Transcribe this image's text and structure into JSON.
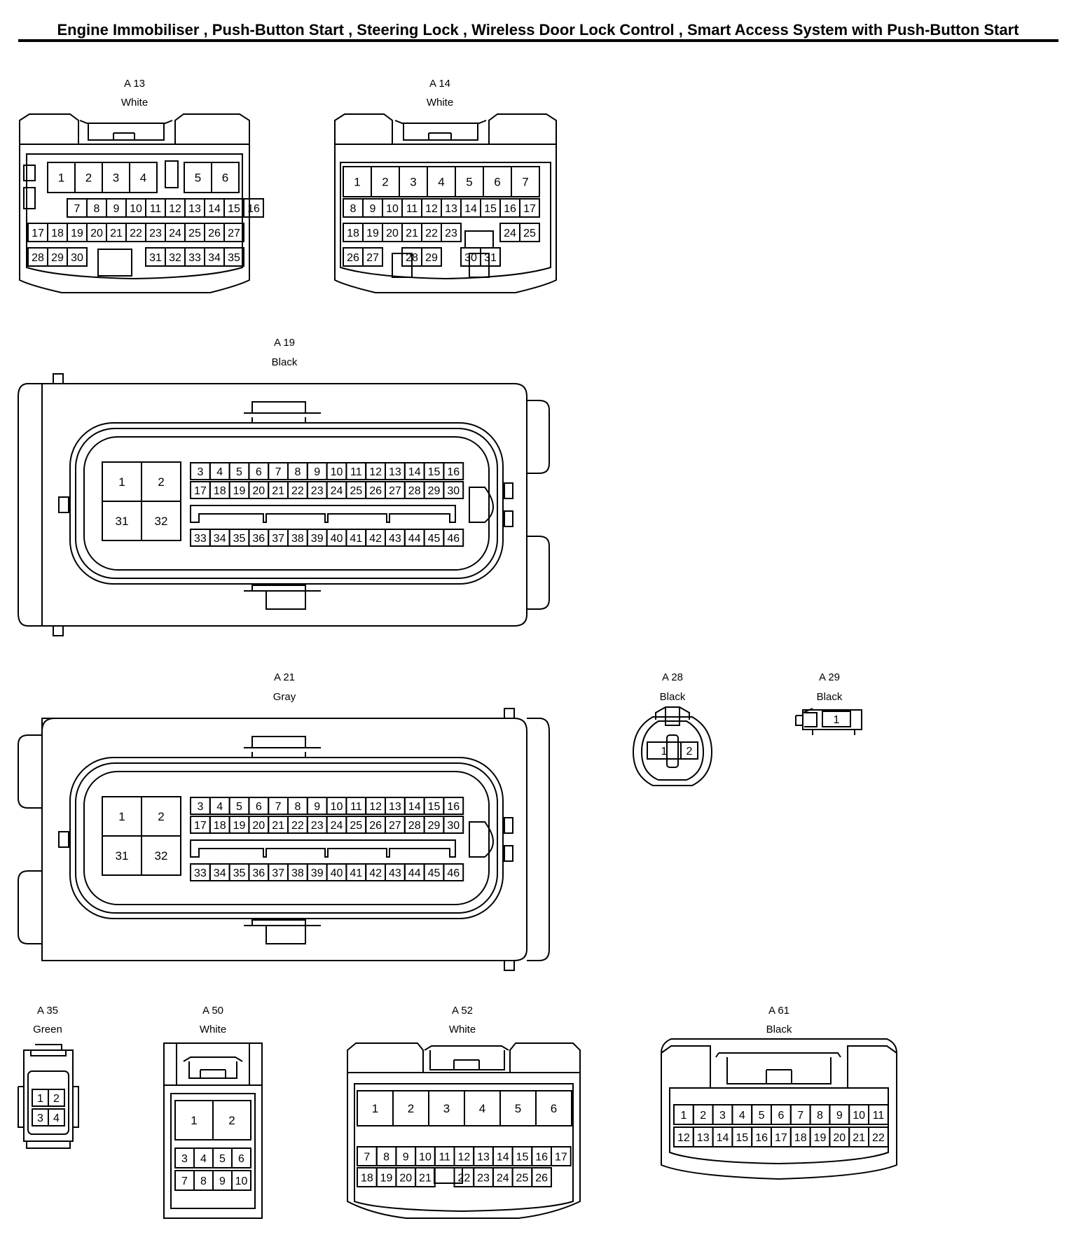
{
  "title": "Engine Immobiliser , Push-Button Start , Steering Lock , Wireless Door Lock Control , Smart Access System with Push-Button Start",
  "connectors": [
    {
      "id": "A 13",
      "color": "White",
      "rows": [
        [
          "1",
          "2",
          "3",
          "4",
          "5",
          "6"
        ],
        [
          "7",
          "8",
          "9",
          "10",
          "11",
          "12",
          "13",
          "14",
          "15",
          "16"
        ],
        [
          "17",
          "18",
          "19",
          "20",
          "21",
          "22",
          "23",
          "24",
          "25",
          "26",
          "27"
        ],
        [
          "28",
          "29",
          "30",
          "31",
          "32",
          "33",
          "34",
          "35"
        ]
      ]
    },
    {
      "id": "A 14",
      "color": "White",
      "rows": [
        [
          "1",
          "2",
          "3",
          "4",
          "5",
          "6",
          "7"
        ],
        [
          "8",
          "9",
          "10",
          "11",
          "12",
          "13",
          "14",
          "15",
          "16",
          "17"
        ],
        [
          "18",
          "19",
          "20",
          "21",
          "22",
          "23",
          "24",
          "25"
        ],
        [
          "26",
          "27",
          "28",
          "29",
          "30",
          "31"
        ]
      ]
    },
    {
      "id": "A 19",
      "color": "Black",
      "block": [
        "1",
        "2",
        "31",
        "32"
      ],
      "rows": [
        [
          "3",
          "4",
          "5",
          "6",
          "7",
          "8",
          "9",
          "10",
          "11",
          "12",
          "13",
          "14",
          "15",
          "16"
        ],
        [
          "17",
          "18",
          "19",
          "20",
          "21",
          "22",
          "23",
          "24",
          "25",
          "26",
          "27",
          "28",
          "29",
          "30"
        ],
        [
          "33",
          "34",
          "35",
          "36",
          "37",
          "38",
          "39",
          "40",
          "41",
          "42",
          "43",
          "44",
          "45",
          "46"
        ]
      ]
    },
    {
      "id": "A 21",
      "color": "Gray",
      "block": [
        "1",
        "2",
        "31",
        "32"
      ],
      "rows": [
        [
          "3",
          "4",
          "5",
          "6",
          "7",
          "8",
          "9",
          "10",
          "11",
          "12",
          "13",
          "14",
          "15",
          "16"
        ],
        [
          "17",
          "18",
          "19",
          "20",
          "21",
          "22",
          "23",
          "24",
          "25",
          "26",
          "27",
          "28",
          "29",
          "30"
        ],
        [
          "33",
          "34",
          "35",
          "36",
          "37",
          "38",
          "39",
          "40",
          "41",
          "42",
          "43",
          "44",
          "45",
          "46"
        ]
      ]
    },
    {
      "id": "A 28",
      "color": "Black",
      "rows": [
        [
          "1",
          "2"
        ]
      ]
    },
    {
      "id": "A 29",
      "color": "Black",
      "rows": [
        [
          "1"
        ]
      ]
    },
    {
      "id": "A 35",
      "color": "Green",
      "rows": [
        [
          "1",
          "2"
        ],
        [
          "3",
          "4"
        ]
      ]
    },
    {
      "id": "A 50",
      "color": "White",
      "rows": [
        [
          "1",
          "2"
        ],
        [
          "3",
          "4",
          "5",
          "6"
        ],
        [
          "7",
          "8",
          "9",
          "10"
        ]
      ]
    },
    {
      "id": "A 52",
      "color": "White",
      "rows": [
        [
          "1",
          "2",
          "3",
          "4",
          "5",
          "6"
        ],
        [
          "7",
          "8",
          "9",
          "10",
          "11",
          "12",
          "13",
          "14",
          "15",
          "16",
          "17"
        ],
        [
          "18",
          "19",
          "20",
          "21",
          "22",
          "23",
          "24",
          "25",
          "26"
        ]
      ]
    },
    {
      "id": "A 61",
      "color": "Black",
      "rows": [
        [
          "1",
          "2",
          "3",
          "4",
          "5",
          "6",
          "7",
          "8",
          "9",
          "10",
          "11"
        ],
        [
          "12",
          "13",
          "14",
          "15",
          "16",
          "17",
          "18",
          "19",
          "20",
          "21",
          "22"
        ]
      ]
    }
  ]
}
